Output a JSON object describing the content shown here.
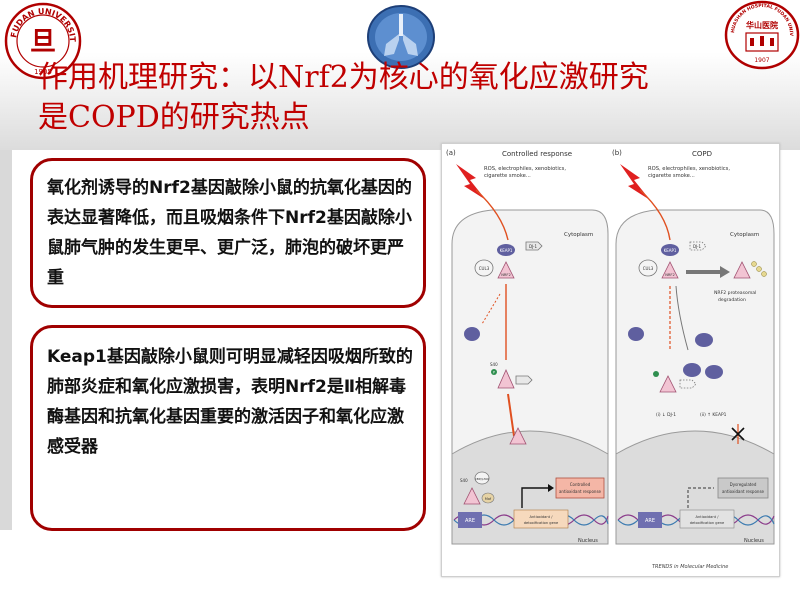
{
  "slide": {
    "title_line1": "作用机理研究：以Nrf2为核心的氧化应激研究",
    "title_line2": "是COPD的研究热点"
  },
  "logos": {
    "left": {
      "icon": "fudan-university-seal-icon",
      "text": "FUDAN UNIVERSITY",
      "year": "1905",
      "glyph": "旦"
    },
    "middle": {
      "icon": "respiratory-lungs-emblem-icon"
    },
    "right": {
      "icon": "huashan-hospital-seal-icon",
      "text": "HUASHAN HOSPITAL FUDAN UNIVERSITY",
      "name": "华山医院",
      "year": "1907"
    }
  },
  "text_boxes": [
    {
      "text": "氧化剂诱导的Nrf2基因敲除小鼠的抗氧化基因的表达显著降低，而且吸烟条件下Nrf2基因敲除小鼠肺气肿的发生更早、更广泛，肺泡的破坏更严重"
    },
    {
      "text": "Keap1基因敲除小鼠则可明显减轻因吸烟所致的肺部炎症和氧化应激损害，表明Nrf2是Ⅱ相解毒酶基因和抗氧化基因重要的激活因子和氧化应激感受器"
    }
  ],
  "figure": {
    "panel_a": {
      "label": "(a)",
      "heading": "Controlled response",
      "stimulus": [
        "ROS, electrophiles, xenobiotics,",
        "cigarette smoke..."
      ],
      "cytoplasm": "Cytoplasm",
      "nucleus": "Nucleus",
      "keap1": "KEAP1",
      "cul3": "CUL3",
      "nrf2": "NRF2",
      "dj1": "DJ-1",
      "s40": "S40",
      "p": "P",
      "cbp": "CBP/p300",
      "maf": "Maf",
      "are": "ARE",
      "gene": [
        "Antioxidant /",
        "detoxification gene"
      ],
      "response": [
        "Controlled",
        "antioxidant response"
      ]
    },
    "panel_b": {
      "label": "(b)",
      "heading": "COPD",
      "stimulus": [
        "ROS, electrophiles, xenobiotics,",
        "cigarette smoke..."
      ],
      "cytoplasm": "Cytoplasm",
      "nucleus": "Nucleus",
      "keap1": "KEAP1",
      "cul3": "CUL3",
      "nrf2": "NRF2",
      "dj1": "DJ-1",
      "degradation": [
        "NRF2 proteasomal",
        "degradation"
      ],
      "note_i": "(i) ↓ DJ-1",
      "note_ii": "(ii) ↑ KEAP1",
      "are": "ARE",
      "gene": [
        "Antioxidant /",
        "detoxification gene"
      ],
      "response": [
        "Dysregulated",
        "antioxidant response"
      ]
    },
    "caption": "TRENDS in Molecular Medicine"
  },
  "colors": {
    "title": "#c00000",
    "box_border": "#a00000",
    "nrf2": "#f2c4d3",
    "keap1": "#5f5f9f",
    "lightning": "#e02020",
    "arrow": "#e05020",
    "are": "#6f6fb0"
  }
}
